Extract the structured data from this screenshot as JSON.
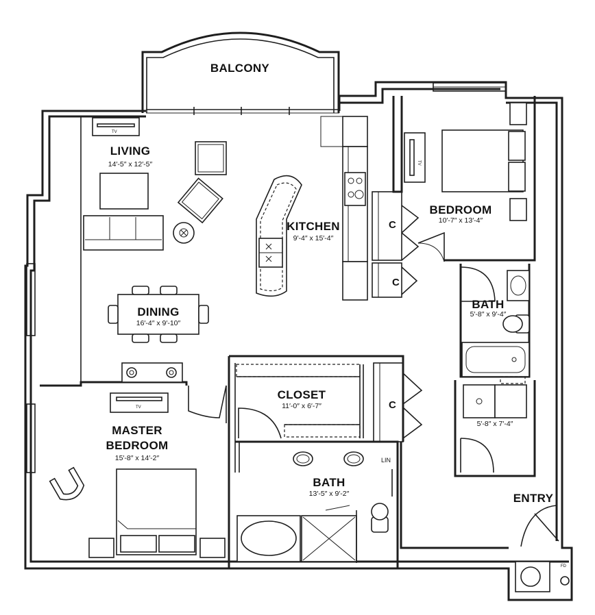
{
  "floorplan": {
    "rooms": {
      "balcony": {
        "name": "BALCONY"
      },
      "living": {
        "name": "LIVING",
        "dims": "14′-5″ x 12′-5″"
      },
      "kitchen": {
        "name": "KITCHEN",
        "dims": "9′-4″ x 15′-4″"
      },
      "bedroom": {
        "name": "BEDROOM",
        "dims": "10′-7″ x 13′-4″"
      },
      "bath2": {
        "name": "BATH",
        "dims": "5′-8″ x 9′-4″"
      },
      "dining": {
        "name": "DINING",
        "dims": "16′-4″ x 9′-10″"
      },
      "closet": {
        "name": "CLOSET",
        "dims": "11′-0″ x 6′-7″"
      },
      "laundry": {
        "dims": "5′-8″ x 7′-4″"
      },
      "master": {
        "name_line1": "MASTER",
        "name_line2": "BEDROOM",
        "dims": "15′-8″ x 14′-2″"
      },
      "master_bath": {
        "name": "BATH",
        "dims": "13′-5″ x 9′-2″"
      },
      "entry": {
        "name": "ENTRY"
      }
    },
    "labels": {
      "closet_marker": "C",
      "tv": "TV",
      "linen": "LIN",
      "fd": "FD"
    }
  }
}
